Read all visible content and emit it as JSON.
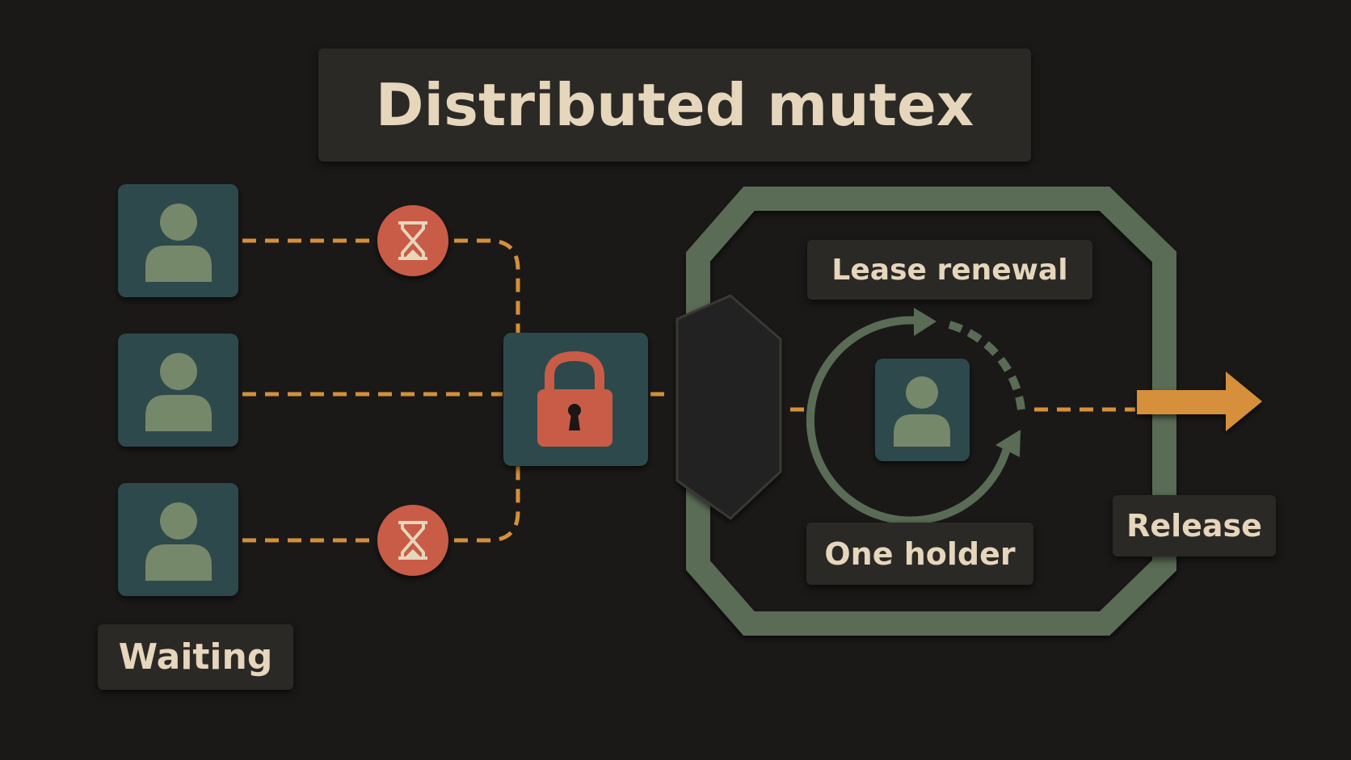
{
  "title": "Distributed mutex",
  "labels": {
    "lease_renewal": "Lease renewal",
    "one_holder": "One holder",
    "release": "Release",
    "waiting": "Waiting"
  },
  "waiting_clients": [
    {
      "icon": "user-icon",
      "status_icon": "hourglass-icon"
    },
    {
      "icon": "user-icon",
      "status_icon": null
    },
    {
      "icon": "user-icon",
      "status_icon": "hourglass-icon"
    }
  ],
  "lock": {
    "icon": "padlock-icon"
  },
  "holder": {
    "icon": "user-icon"
  },
  "colors": {
    "background": "#1a1918",
    "panel": "#2b2926",
    "text": "#e5d6bc",
    "teal": "#2f4a4c",
    "sage": "#74886a",
    "frame": "#5a6c55",
    "coral": "#c85c46",
    "orange": "#d68f3a"
  }
}
